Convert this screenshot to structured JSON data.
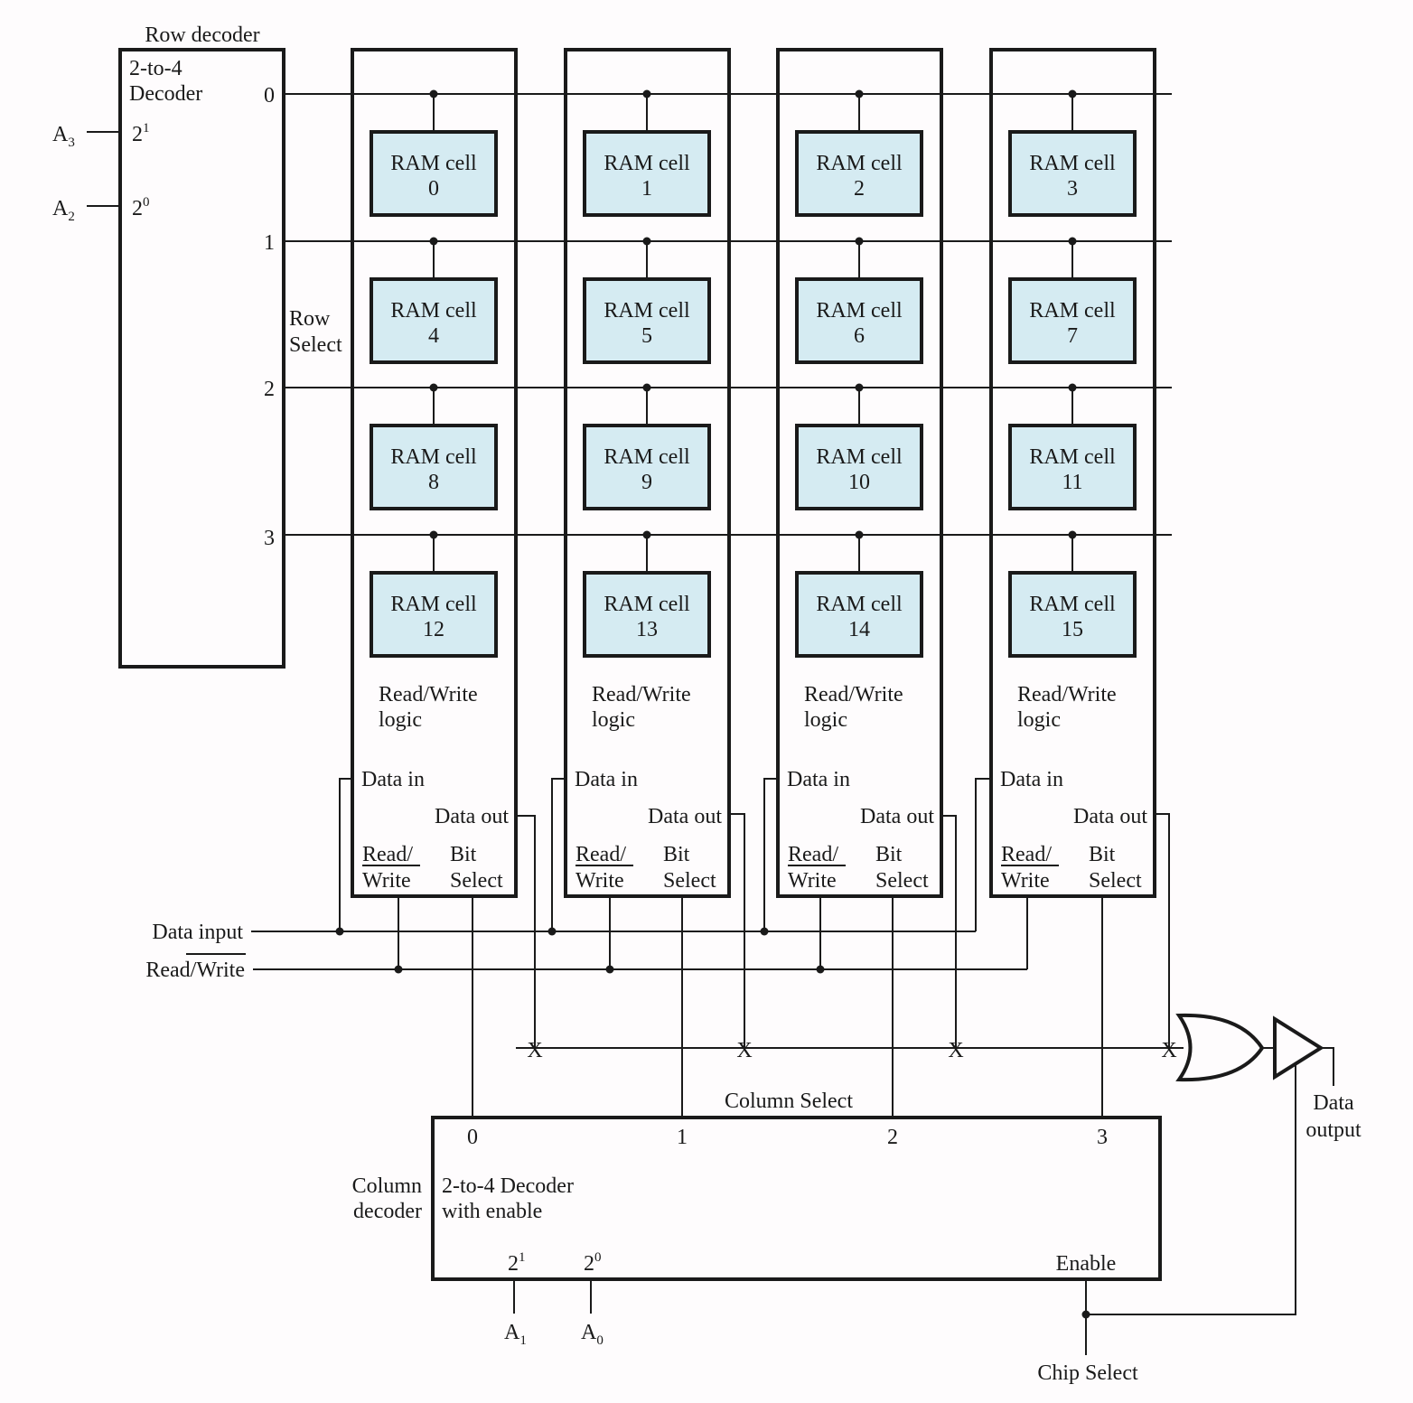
{
  "row_decoder": {
    "title": "Row decoder",
    "type_line1": "2-to-4",
    "type_line2": "Decoder",
    "inputs": [
      {
        "addr": "A",
        "addr_sub": "3",
        "weight": "2",
        "weight_sup": "1"
      },
      {
        "addr": "A",
        "addr_sub": "2",
        "weight": "2",
        "weight_sup": "0"
      }
    ],
    "outputs": [
      "0",
      "1",
      "2",
      "3"
    ],
    "row_select_line1": "Row",
    "row_select_line2": "Select"
  },
  "cell_label": "RAM cell",
  "cells": [
    "0",
    "1",
    "2",
    "3",
    "4",
    "5",
    "6",
    "7",
    "8",
    "9",
    "10",
    "11",
    "12",
    "13",
    "14",
    "15"
  ],
  "rw_logic": {
    "line1": "Read/Write",
    "line2": "logic",
    "data_in": "Data in",
    "data_out": "Data out",
    "rw_line1": "Read/",
    "rw_line2": "Write",
    "bit_line1": "Bit",
    "bit_line2": "Select"
  },
  "inputs": {
    "data_input": "Data input",
    "read_write_prefix": "Read/",
    "read_write_bar": "Write"
  },
  "crossing_mark": "X",
  "column_decoder": {
    "column_select": "Column Select",
    "outputs": [
      "0",
      "1",
      "2",
      "3"
    ],
    "side_line1": "Column",
    "side_line2": "decoder",
    "type_line1": "2-to-4 Decoder",
    "type_line2": "with enable",
    "inputs": [
      {
        "weight": "2",
        "weight_sup": "1",
        "addr": "A",
        "addr_sub": "1"
      },
      {
        "weight": "2",
        "weight_sup": "0",
        "addr": "A",
        "addr_sub": "0"
      }
    ],
    "enable": "Enable"
  },
  "output": {
    "line1": "Data",
    "line2": "output"
  },
  "chip_select": "Chip Select",
  "colors": {
    "cell_fill": "#d5ebf2",
    "stroke": "#1a1a1a",
    "background": "#fefcfd"
  }
}
